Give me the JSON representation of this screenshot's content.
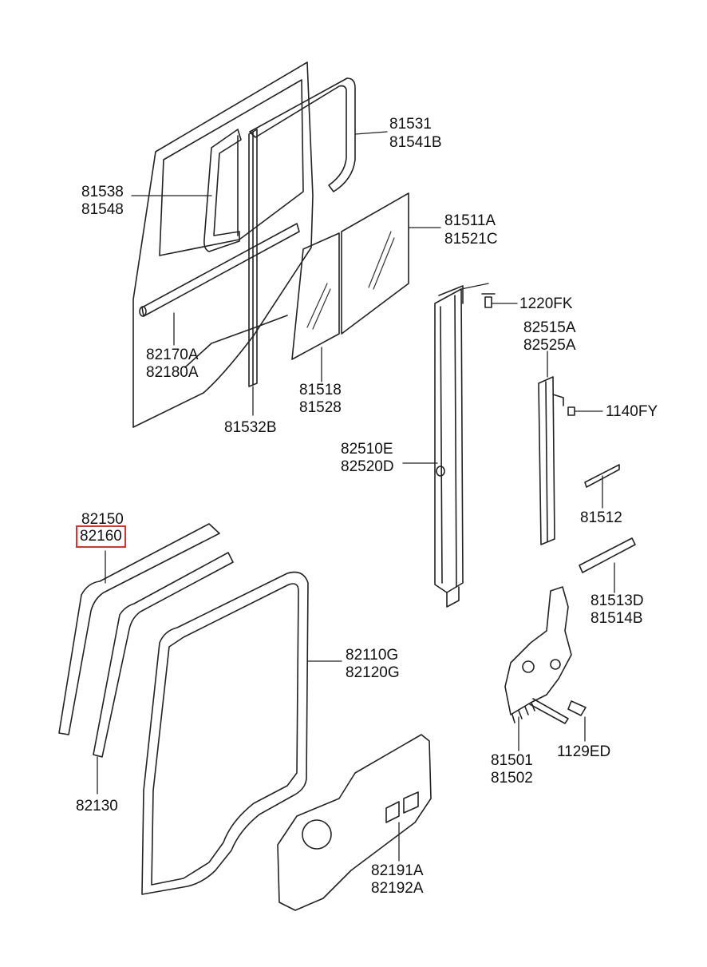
{
  "colors": {
    "line": "#222222",
    "glass_hatch": "#333333",
    "highlight": "#e03030",
    "background": "#ffffff"
  },
  "labels": {
    "p81531": "81531",
    "p81541B": "81541B",
    "p81538": "81538",
    "p81548": "81548",
    "p81511A": "81511A",
    "p81521C": "81521C",
    "p1220FK": "1220FK",
    "p82515A": "82515A",
    "p82525A": "82525A",
    "p82170A": "82170A",
    "p82180A": "82180A",
    "p81518": "81518",
    "p81528": "81528",
    "p1140FY": "1140FY",
    "p81532B": "81532B",
    "p82510E": "82510E",
    "p82520D": "82520D",
    "p81512": "81512",
    "p82150": "82150",
    "p82160": "82160",
    "p81513D": "81513D",
    "p81514B": "81514B",
    "p82110G": "82110G",
    "p82120G": "82120G",
    "p82130": "82130",
    "p81501": "81501",
    "p81502": "81502",
    "p1129ED": "1129ED",
    "p82191A": "82191A",
    "p82192A": "82192A"
  },
  "highlighted_part": "82160"
}
